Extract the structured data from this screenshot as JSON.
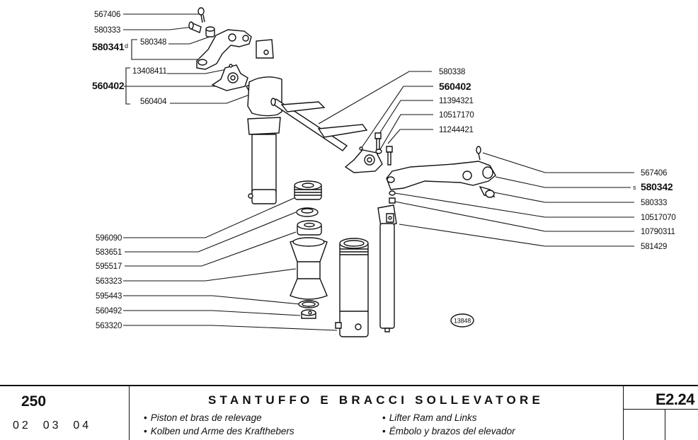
{
  "document": {
    "type": "exploded parts diagram",
    "figure_ref": "13848"
  },
  "labels_left_top": {
    "l1": "567406",
    "l2": "580333",
    "l3_group": "580341",
    "l3_marker": "d",
    "l3_sub": "580348",
    "l4_group": "560402",
    "l4_sub1": "13408411",
    "l4_sub2": "560404"
  },
  "labels_center": {
    "c1": "580338",
    "c2": "560402",
    "c3": "11394321",
    "c4": "10517170",
    "c5": "11244421"
  },
  "labels_right": {
    "r1": "567406",
    "r2_marker": "s",
    "r2": "580342",
    "r3": "580333",
    "r4": "10517070",
    "r5": "10790311",
    "r6": "581429"
  },
  "labels_left_bottom": {
    "b1": "596090",
    "b2": "583651",
    "b3": "595517",
    "b4": "563323",
    "b5": "595443",
    "b6": "560492",
    "b7": "563320"
  },
  "footer": {
    "model": "250",
    "codes": "02  03  04",
    "title": "STANTUFFO E BRACCI SOLLEVATORE",
    "bullet": "•",
    "subtitle_fr": "Piston et bras de relevage",
    "subtitle_de": "Kolben und Arme des Krafthebers",
    "subtitle_en": "Lifter Ram and Links",
    "subtitle_es": "Émbolo y brazos del elevador",
    "page_id": "E2.24"
  }
}
